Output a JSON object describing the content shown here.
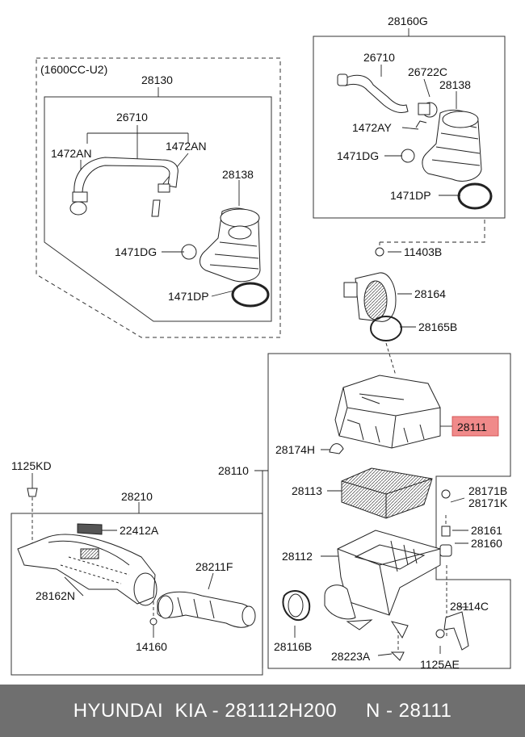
{
  "diagram": {
    "group_1600": "(1600CC-U2)",
    "colors": {
      "highlight_fill": "#f08a8a",
      "footer_bg": "#6f6f6f",
      "line": "#222222"
    },
    "labels": {
      "p28160G": "28160G",
      "p26710_top": "26710",
      "p26722C": "26722C",
      "p28138_top": "28138",
      "p1472AY": "1472AY",
      "p1471DG_top": "1471DG",
      "p1471DP_top": "1471DP",
      "p28130": "28130",
      "p26710_left": "26710",
      "p1472AN_left": "1472AN",
      "p1472AN_right": "1472AN",
      "p28138_left": "28138",
      "p1471DG_left": "1471DG",
      "p1471DP_left": "1471DP",
      "p11403B": "11403B",
      "p28164": "28164",
      "p28165B": "28165B",
      "p28111": "28111",
      "p28174H": "28174H",
      "p28110": "28110",
      "p28113": "28113",
      "p28171B": "28171B",
      "p28171K": "28171K",
      "p28161": "28161",
      "p28160": "28160",
      "p28112": "28112",
      "p28114C": "28114C",
      "p1125AE": "1125AE",
      "p28223A": "28223A",
      "p28116B": "28116B",
      "p1125KD": "1125KD",
      "p28210": "28210",
      "p22412A": "22412A",
      "p28162N": "28162N",
      "p28211F": "28211F",
      "p14160": "14160"
    }
  },
  "footer": {
    "brand": "HYUNDAI  KIA - 281112H200",
    "part": "N - 28111"
  }
}
